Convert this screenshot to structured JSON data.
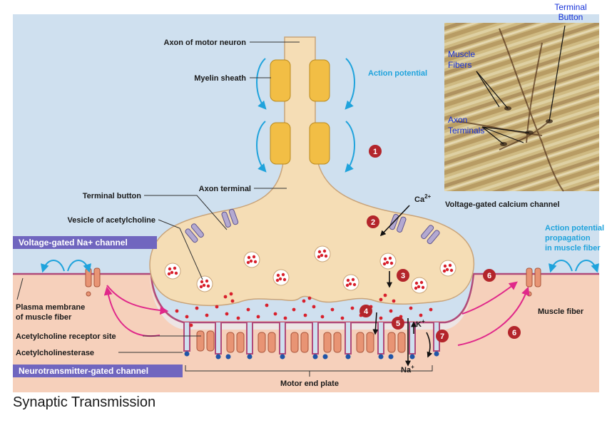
{
  "labels": {
    "axon_of_motor_neuron": "Axon of motor neuron",
    "myelin_sheath": "Myelin sheath",
    "action_potential": "Action potential",
    "axon_terminal": "Axon terminal",
    "terminal_button": "Terminal button",
    "vesicle_of_acetylcholine": "Vesicle of acetylcholine",
    "voltage_gated_na_channel": "Voltage-gated Na+ channel",
    "plasma_membrane_line1": "Plasma membrane",
    "plasma_membrane_line2": "of muscle fiber",
    "acetylcholine_receptor_site": "Acetylcholine receptor site",
    "acetylcholinesterase": "Acetylcholinesterase",
    "neurotransmitter_gated_channel": "Neurotransmitter-gated channel",
    "motor_end_plate": "Motor end plate",
    "ca": "Ca",
    "ca_charge": "2+",
    "voltage_gated_calcium_channel": "Voltage-gated calcium channel",
    "ap_propagation_line1": "Action potential",
    "ap_propagation_line2": "propagation",
    "ap_propagation_line3": "in muscle fiber",
    "muscle_fiber": "Muscle fiber",
    "k": "K",
    "na": "Na",
    "plus": "+"
  },
  "photo_labels": {
    "terminal_button_line1": "Terminal",
    "terminal_button_line2": "Button",
    "muscle_fibers_line1": "Muscle",
    "muscle_fibers_line2": "Fibers",
    "axon_terminals_line1": "Axon",
    "axon_terminals_line2": "Terminals"
  },
  "steps": [
    "1",
    "2",
    "3",
    "4",
    "5",
    "6",
    "6",
    "7"
  ],
  "caption": "Synaptic Transmission",
  "colors": {
    "background_blue": "#cfe0ef",
    "neuron": "#f5ddb5",
    "muscle": "#f6d0bb",
    "myelin": "#f2be45",
    "step_red": "#b3252b",
    "banner_purple": "#7066bf",
    "arrow_blue": "#1fa3dc",
    "arrow_magenta": "#e0288a",
    "ach_dot": "#d8202c",
    "esterase": "#2055a8"
  }
}
